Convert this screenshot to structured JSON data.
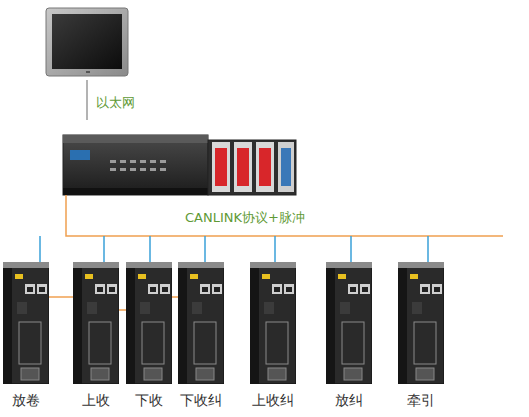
{
  "diagram": {
    "nodes": [
      {
        "text": [
          "放卷"
        ]
      },
      {
        "text": [
          "上收"
        ]
      },
      {
        "text": [
          "下收"
        ]
      },
      {
        "text": [
          "下收纠"
        ]
      },
      {
        "text": [
          "上收纠"
        ]
      },
      {
        "text": [
          "放纠"
        ]
      },
      {
        "text": [
          "牵引"
        ]
      }
    ],
    "edges": [
      {
        "from": 0,
        "to": 1,
        "arrow": "none"
      },
      {
        "from": 1,
        "to": 2,
        "arrow": "none"
      },
      {
        "from": 2,
        "to": 3,
        "arrow": "none"
      }
    ],
    "labels": [
      "以太网",
      "CANLINK协议+脉冲"
    ]
  }
}
